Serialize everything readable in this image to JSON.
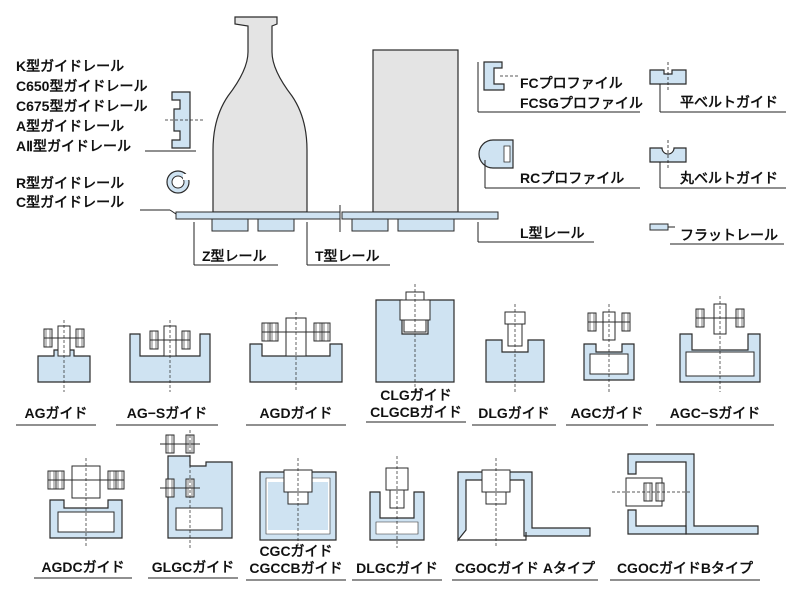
{
  "colors": {
    "fill": "#cfe3f2",
    "stroke": "#2b2b2b",
    "bottle": "#e4e4e4",
    "line": "#222222"
  },
  "top_labels": {
    "k_group": [
      "K型ガイドレール",
      "C650型ガイドレール",
      "C675型ガイドレール",
      "A型ガイドレール",
      "AⅡ型ガイドレール"
    ],
    "rc_group": [
      "R型ガイドレール",
      "C型ガイドレール"
    ],
    "z_rail": "Z型レール",
    "t_rail": "T型レール",
    "fc_profile": "FCプロファイル",
    "fcsg_profile": "FCSGプロファイル",
    "rc_profile": "RCプロファイル",
    "l_rail": "L型レール",
    "flat_belt_guide": "平ベルトガイド",
    "round_belt_guide": "丸ベルトガイド",
    "flat_rail": "フラットレール"
  },
  "row1_labels": {
    "ag": "AGガイド",
    "ags": "AG−Sガイド",
    "agd": "AGDガイド",
    "clg_line1": "CLGガイド",
    "clg_line2": "CLGCBガイド",
    "dlg": "DLGガイド",
    "agc": "AGCガイド",
    "agcs": "AGC−Sガイド"
  },
  "row2_labels": {
    "agdc": "AGDCガイド",
    "glgc": "GLGCガイド",
    "cgc_line1": "CGCガイド",
    "cgc_line2": "CGCCBガイド",
    "dlgc": "DLGCガイド",
    "cgoc_a": "CGOCガイド Aタイプ",
    "cgoc_b": "CGOCガイドBタイプ"
  }
}
